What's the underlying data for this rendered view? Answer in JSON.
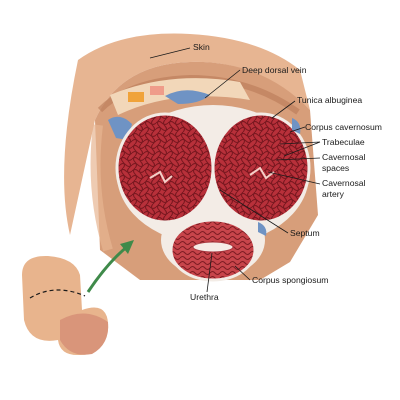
{
  "labels": {
    "skin": "Skin",
    "deep_dorsal_vein": "Deep dorsal vein",
    "tunica_albuginea": "Tunica albuginea",
    "corpus_cavernosum": "Corpus cavernosum",
    "trabeculae": "Trabeculae",
    "cavernosal_spaces_line1": "Cavernosal",
    "cavernosal_spaces_line2": "spaces",
    "cavernosal_artery_line1": "Cavernosal",
    "cavernosal_artery_line2": "artery",
    "septum": "Septum",
    "corpus_spongiosum": "Corpus spongiosum",
    "urethra": "Urethra"
  },
  "colors": {
    "skin_outer": "#e7b592",
    "skin_shade": "#c98f6c",
    "tunica_white": "#f3ece6",
    "erectile_red": "#b8303a",
    "erectile_dark": "#7a1820",
    "vein_blue": "#6f93c4",
    "arrow_green": "#3f8a4a"
  }
}
